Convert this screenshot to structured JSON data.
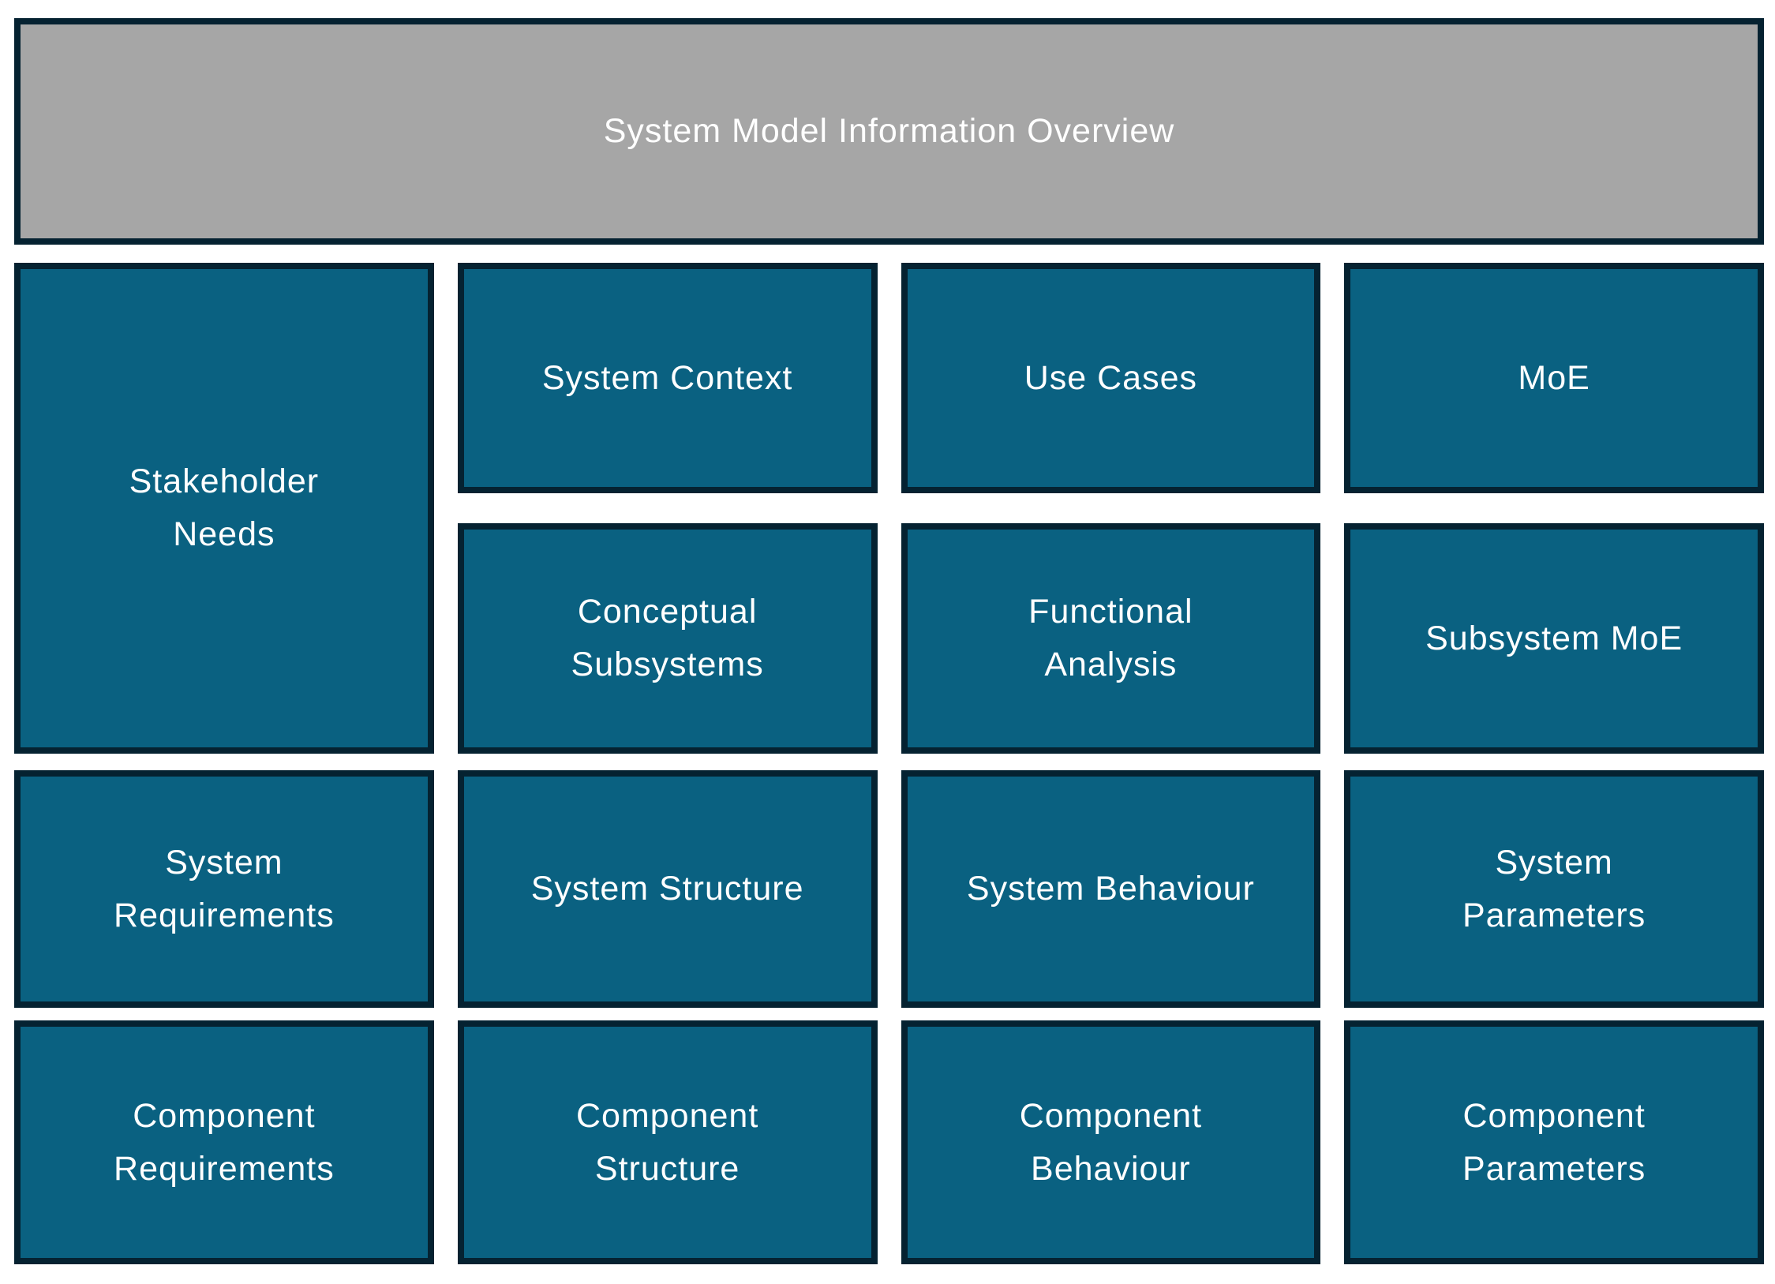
{
  "title": "System Model Information Overview",
  "colors": {
    "box_fill": "#0A6181",
    "box_border": "#052231",
    "header_fill": "#A6A6A6",
    "label_text": "#FFFFFF"
  },
  "boxes": [
    {
      "id": "stakeholder-needs",
      "label": "Stakeholder\nNeeds"
    },
    {
      "id": "system-context",
      "label": "System Context"
    },
    {
      "id": "use-cases",
      "label": "Use Cases"
    },
    {
      "id": "moe",
      "label": "MoE"
    },
    {
      "id": "conceptual-subsystems",
      "label": "Conceptual\nSubsystems"
    },
    {
      "id": "functional-analysis",
      "label": "Functional\nAnalysis"
    },
    {
      "id": "subsystem-moe",
      "label": "Subsystem MoE"
    },
    {
      "id": "system-requirements",
      "label": "System\nRequirements"
    },
    {
      "id": "system-structure",
      "label": "System Structure"
    },
    {
      "id": "system-behaviour",
      "label": "System Behaviour"
    },
    {
      "id": "system-parameters",
      "label": "System\nParameters"
    },
    {
      "id": "component-requirements",
      "label": "Component\nRequirements"
    },
    {
      "id": "component-structure",
      "label": "Component\nStructure"
    },
    {
      "id": "component-behaviour",
      "label": "Component\nBehaviour"
    },
    {
      "id": "component-parameters",
      "label": "Component\nParameters"
    }
  ]
}
